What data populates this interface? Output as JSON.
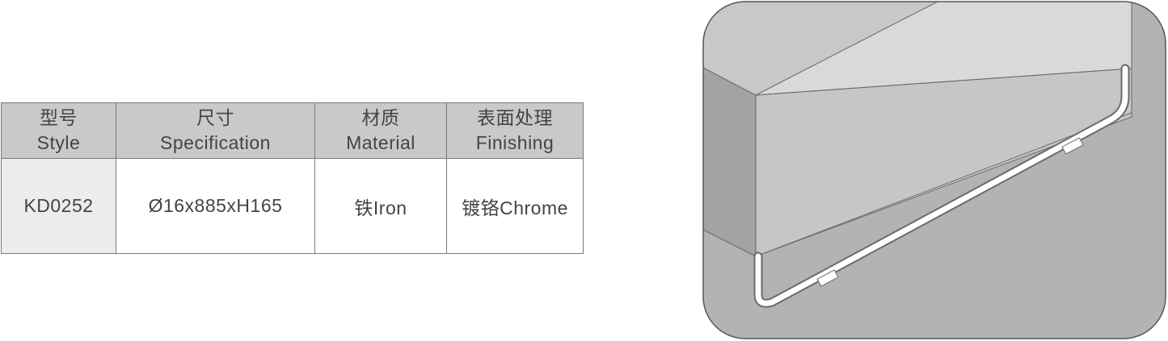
{
  "table": {
    "headers": [
      {
        "zh": "型号",
        "en": "Style"
      },
      {
        "zh": "尺寸",
        "en": "Specification"
      },
      {
        "zh": "材质",
        "en": "Material"
      },
      {
        "zh": "表面处理",
        "en": "Finishing"
      }
    ],
    "row": [
      "KD0252",
      "Ø16x885xH165",
      "铁Iron",
      "镀铬Chrome"
    ]
  },
  "colors": {
    "header_bg": "#c9c9c9",
    "first_cell_bg": "#ececec",
    "frame_bg": "#b3b3b3",
    "block_front": "#c6c6c6",
    "block_top": "#d9d9d9",
    "border": "#7a7a7a"
  }
}
